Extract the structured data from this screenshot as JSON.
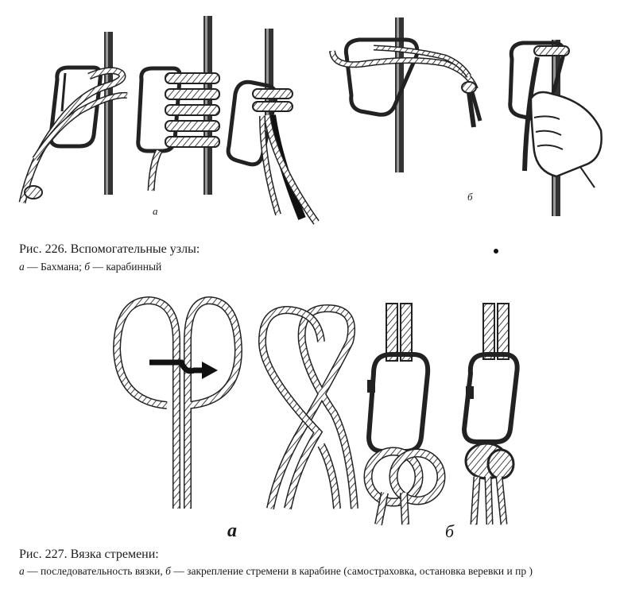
{
  "figure226": {
    "caption": "Рис. 226. Вспомогательные узлы:",
    "legend_a_letter": "а",
    "legend_a_text": " — Бахмана; ",
    "legend_b_letter": "б",
    "legend_b_text": " — карабинный",
    "label_a": "а",
    "label_b": "б"
  },
  "figure227": {
    "caption": "Рис. 227. Вязка стремени:",
    "legend_a_letter": "а",
    "legend_a_text": " — последовательность вязки, ",
    "legend_b_letter": "б",
    "legend_b_text": " — закрепление стремени в карабине (самостраховка, остановка веревки и пр )",
    "label_a": "а",
    "label_b": "б"
  }
}
